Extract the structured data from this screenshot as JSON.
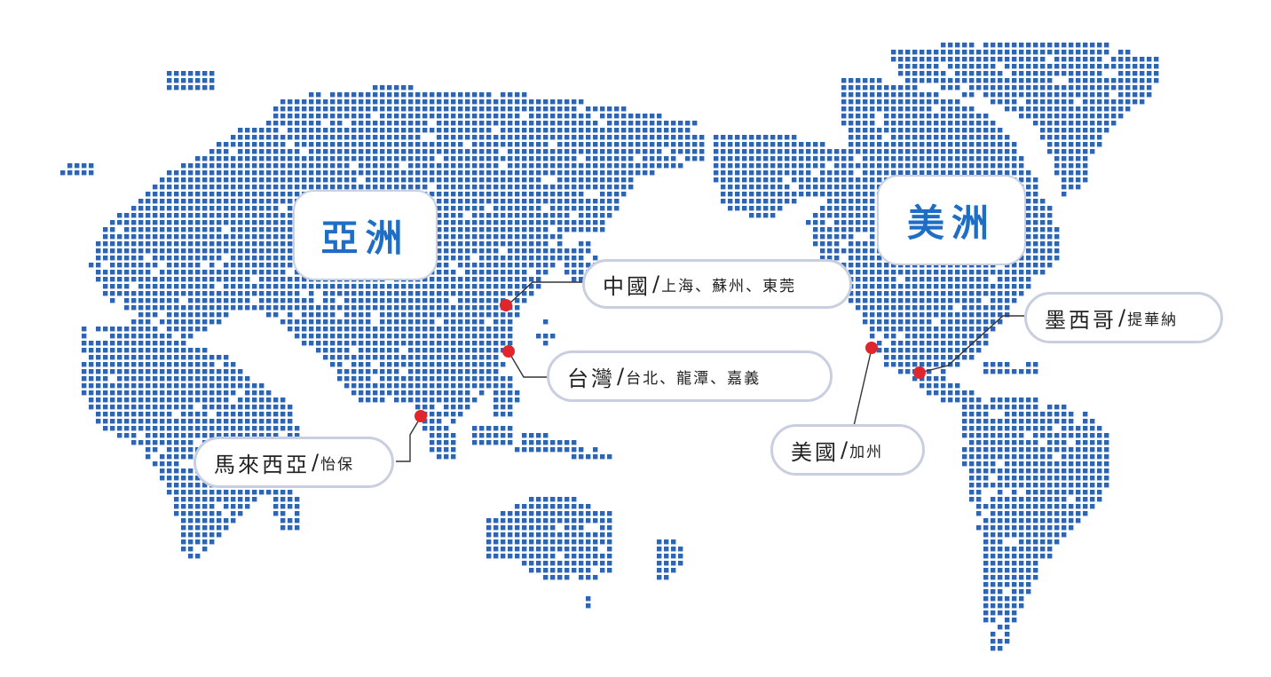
{
  "regions": {
    "asia": "亞洲",
    "americas": "美洲"
  },
  "locations": {
    "china": {
      "name": "中國",
      "cities": "上海、蘇州、東莞"
    },
    "taiwan": {
      "name": "台灣",
      "cities": "台北、龍潭、嘉義"
    },
    "malaysia": {
      "name": "馬來西亞",
      "cities": "怡保"
    },
    "usa": {
      "name": "美國",
      "cities": "加州"
    },
    "mexico": {
      "name": "墨西哥",
      "cities": "提華納"
    }
  },
  "colors": {
    "dot_fill": "#2f64ae",
    "pin": "#e0262c",
    "region_text": "#1f6ec6",
    "label_border": "#c9cfe0"
  }
}
